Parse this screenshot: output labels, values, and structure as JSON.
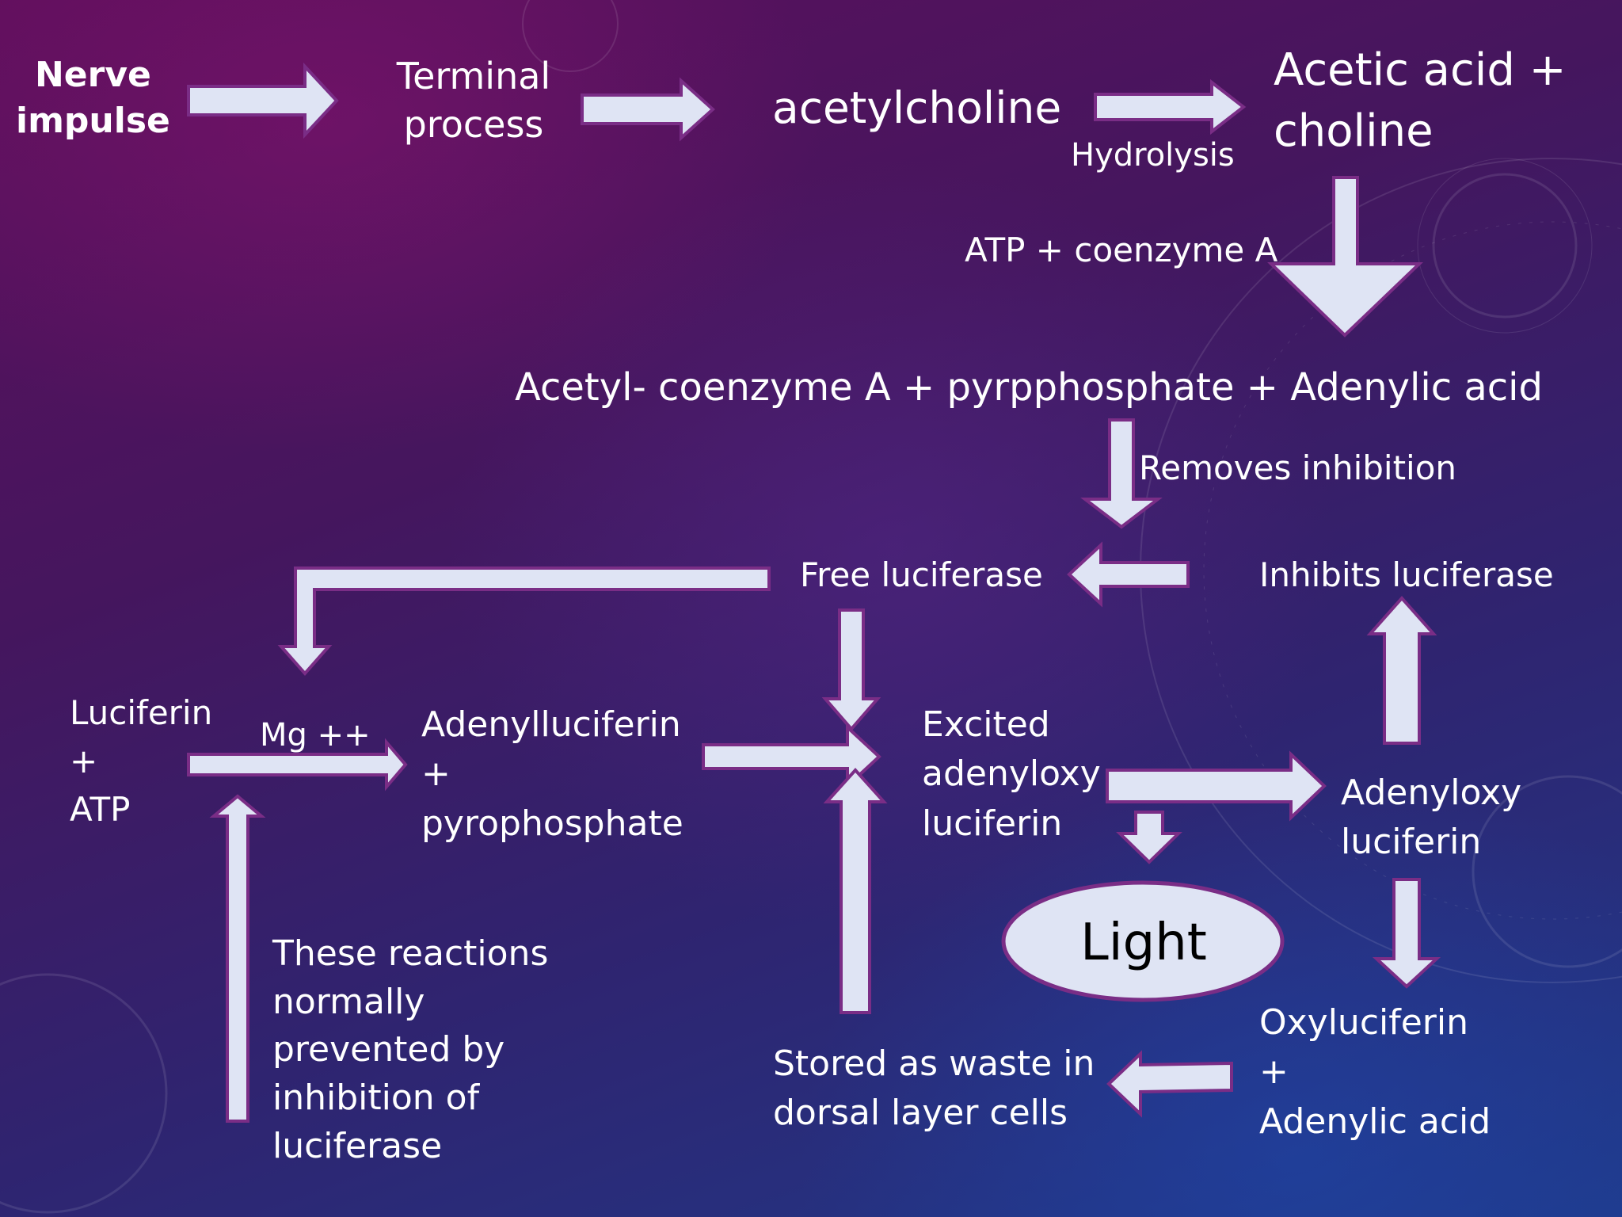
{
  "labels": {
    "nerve_impulse": "Nerve\nimpulse",
    "terminal_process": "Terminal\nprocess",
    "acetylcholine": "acetylcholine",
    "acetic_acid_choline": "Acetic acid +\ncholine",
    "hydrolysis": "Hydrolysis",
    "atp_coenzyme": "ATP + coenzyme A",
    "acetyl_coenzyme_line": "Acetyl- coenzyme A + pyrpphosphate +  Adenylic acid",
    "removes_inhibition": "Removes inhibition",
    "free_luciferase": "Free luciferase",
    "inhibits_luciferase": "Inhibits luciferase",
    "luciferin_atp": "Luciferin\n+\nATP",
    "mg": "Mg ++",
    "adenylluciferin": "Adenylluciferin\n+\npyrophosphate",
    "excited_adenyloxy": "Excited\nadenyloxy\nluciferin",
    "adenyloxy_luciferin": "Adenyloxy\nluciferin",
    "light": "Light",
    "oxyluciferin": "Oxyluciferin\n+\nAdenylic acid",
    "stored_as_waste": "Stored as waste in\ndorsal layer cells",
    "reactions_note": "These reactions\nnormally\nprevented by\ninhibition of\nluciferase"
  },
  "colors": {
    "arrow_fill": "#dfe4f4",
    "arrow_outline": "#7a2d86",
    "text": "#ffffff",
    "background_top": "#5e0f5c",
    "background_bottom": "#1f3a8a"
  }
}
